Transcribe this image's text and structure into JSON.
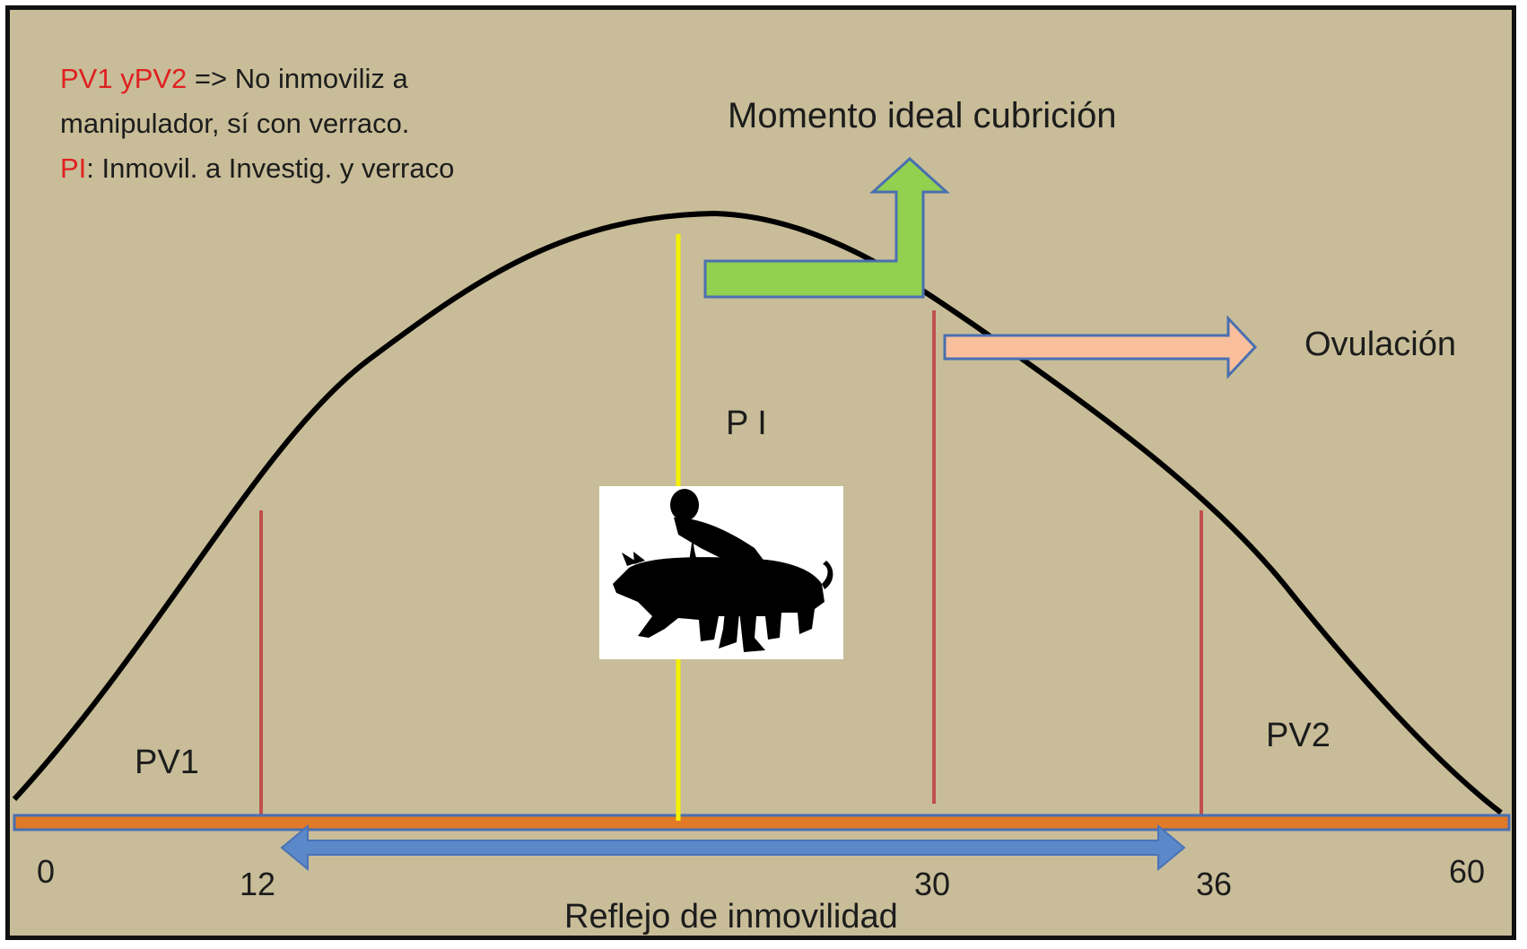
{
  "legend": {
    "line1_red": "PV1 yPV2",
    "line1_rest": " => No inmoviliz a",
    "line2": "manipulador, sí con verraco.",
    "line3_red": "PI",
    "line3_rest": ": Inmovil. a Investig. y verraco"
  },
  "labels": {
    "momento": "Momento ideal cubrición",
    "ovulacion": "Ovulación",
    "pi": "P I",
    "pv1": "PV1",
    "pv2": "PV2",
    "reflejo": "Reflejo de inmovilidad"
  },
  "axis": {
    "ticks": [
      "0",
      "12",
      "30",
      "36",
      "60"
    ]
  },
  "colors": {
    "background": "#c8bd98",
    "curve": "#000000",
    "pi_line": "#f4f000",
    "boundary_lines": "#c0504d",
    "baseline": "#e07a28",
    "baseline_border": "#4a6fb0",
    "double_arrow": "#5b88c8",
    "momento_arrow": "#92d050",
    "ovulacion_arrow": "#f9bf9c",
    "accent_red": "#e02020"
  },
  "icons": {
    "mating_illustration": "boar-mounting-silhouette-icon"
  }
}
